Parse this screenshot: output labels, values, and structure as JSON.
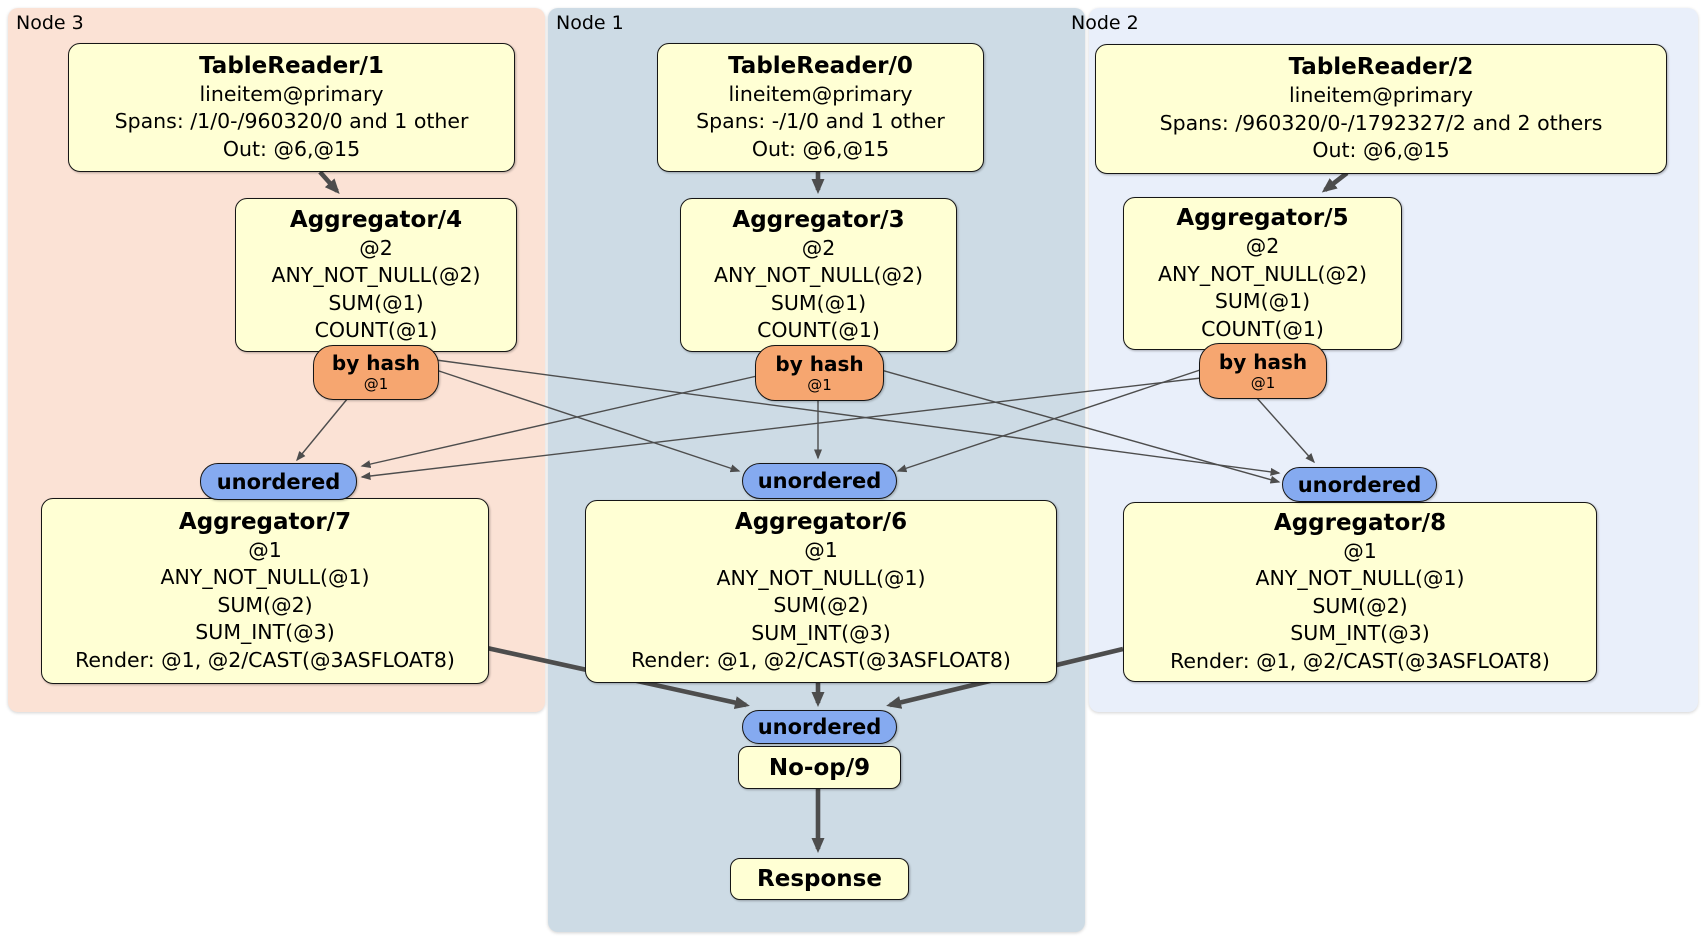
{
  "regions": [
    {
      "label": "Node 3"
    },
    {
      "label": "Node 1"
    },
    {
      "label": "Node 2"
    }
  ],
  "processors": {
    "tr1": {
      "title": "TableReader/1",
      "lines": [
        "lineitem@primary",
        "Spans: /1/0-/960320/0 and 1 other",
        "Out: @6,@15"
      ]
    },
    "tr0": {
      "title": "TableReader/0",
      "lines": [
        "lineitem@primary",
        "Spans: -/1/0 and 1 other",
        "Out: @6,@15"
      ]
    },
    "tr2": {
      "title": "TableReader/2",
      "lines": [
        "lineitem@primary",
        "Spans: /960320/0-/1792327/2 and 2 others",
        "Out: @6,@15"
      ]
    },
    "agg4": {
      "title": "Aggregator/4",
      "lines": [
        "@2",
        "ANY_NOT_NULL(@2)",
        "SUM(@1)",
        "COUNT(@1)"
      ]
    },
    "agg3": {
      "title": "Aggregator/3",
      "lines": [
        "@2",
        "ANY_NOT_NULL(@2)",
        "SUM(@1)",
        "COUNT(@1)"
      ]
    },
    "agg5": {
      "title": "Aggregator/5",
      "lines": [
        "@2",
        "ANY_NOT_NULL(@2)",
        "SUM(@1)",
        "COUNT(@1)"
      ]
    },
    "agg7": {
      "title": "Aggregator/7",
      "lines": [
        "@1",
        "ANY_NOT_NULL(@1)",
        "SUM(@2)",
        "SUM_INT(@3)",
        "Render: @1, @2/CAST(@3ASFLOAT8)"
      ]
    },
    "agg6": {
      "title": "Aggregator/6",
      "lines": [
        "@1",
        "ANY_NOT_NULL(@1)",
        "SUM(@2)",
        "SUM_INT(@3)",
        "Render: @1, @2/CAST(@3ASFLOAT8)"
      ]
    },
    "agg8": {
      "title": "Aggregator/8",
      "lines": [
        "@1",
        "ANY_NOT_NULL(@1)",
        "SUM(@2)",
        "SUM_INT(@3)",
        "Render: @1, @2/CAST(@3ASFLOAT8)"
      ]
    },
    "noop": {
      "title": "No-op/9"
    },
    "response": {
      "title": "Response"
    }
  },
  "router": {
    "label": "by hash",
    "key": "@1"
  },
  "stream": {
    "unordered": "unordered"
  },
  "colors": {
    "region_node3": "#fbe2d5",
    "region_node1": "#cddbe5",
    "region_node2": "#e9effa",
    "processor_fill": "#ffffd4",
    "router_fill": "#f6a670",
    "stream_fill": "#85aaf0",
    "edge": "#4d4d4d"
  }
}
